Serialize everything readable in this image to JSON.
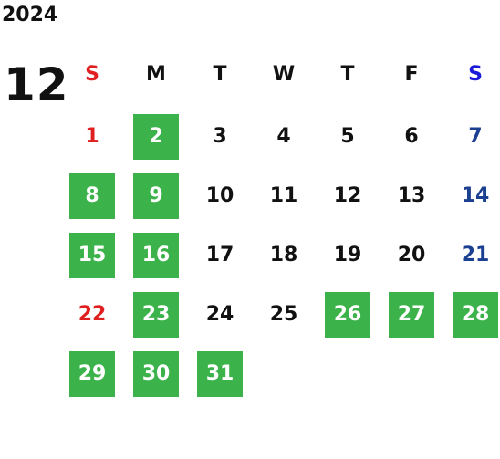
{
  "year": "2024",
  "month": "12",
  "highlight_color": "#3bb34a",
  "weekdays": [
    "S",
    "M",
    "T",
    "W",
    "T",
    "F",
    "S"
  ],
  "leading_blanks": 0,
  "days": [
    {
      "label": "1",
      "highlighted": false
    },
    {
      "label": "2",
      "highlighted": true
    },
    {
      "label": "3",
      "highlighted": false
    },
    {
      "label": "4",
      "highlighted": false
    },
    {
      "label": "5",
      "highlighted": false
    },
    {
      "label": "6",
      "highlighted": false
    },
    {
      "label": "7",
      "highlighted": false
    },
    {
      "label": "8",
      "highlighted": true
    },
    {
      "label": "9",
      "highlighted": true
    },
    {
      "label": "10",
      "highlighted": false
    },
    {
      "label": "11",
      "highlighted": false
    },
    {
      "label": "12",
      "highlighted": false
    },
    {
      "label": "13",
      "highlighted": false
    },
    {
      "label": "14",
      "highlighted": false
    },
    {
      "label": "15",
      "highlighted": true
    },
    {
      "label": "16",
      "highlighted": true
    },
    {
      "label": "17",
      "highlighted": false
    },
    {
      "label": "18",
      "highlighted": false
    },
    {
      "label": "19",
      "highlighted": false
    },
    {
      "label": "20",
      "highlighted": false
    },
    {
      "label": "21",
      "highlighted": false
    },
    {
      "label": "22",
      "highlighted": false
    },
    {
      "label": "23",
      "highlighted": true
    },
    {
      "label": "24",
      "highlighted": false
    },
    {
      "label": "25",
      "highlighted": false
    },
    {
      "label": "26",
      "highlighted": true
    },
    {
      "label": "27",
      "highlighted": true
    },
    {
      "label": "28",
      "highlighted": true
    },
    {
      "label": "29",
      "highlighted": true
    },
    {
      "label": "30",
      "highlighted": true
    },
    {
      "label": "31",
      "highlighted": true
    }
  ]
}
